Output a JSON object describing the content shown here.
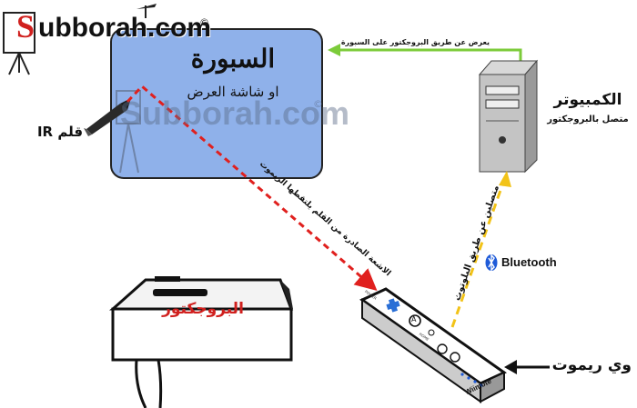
{
  "logo": {
    "text": "ubborah.com",
    "initial": "S",
    "mark": "©"
  },
  "watermark": {
    "text": "Subborah.com",
    "mark": "©"
  },
  "board": {
    "title": "السبورة",
    "subtitle": "او شاشة العرض"
  },
  "pen": {
    "label": "قلم IR"
  },
  "computer": {
    "title": "الكمبيوتر",
    "subtitle": "متصل بالبروجكتور"
  },
  "arrows": {
    "projection_text": "يعرض عن طريق البروجكتور على السبورة",
    "ir_text": "الاشعة الصادرة من القلم يلتقطها الريموت",
    "bluetooth_link_text": "متصلين عن طريق البلوتوث"
  },
  "bluetooth": {
    "label": "Bluetooth"
  },
  "projector": {
    "label": "البروجكتور"
  },
  "wiimote": {
    "brand": "Wiimote",
    "button_a": "A",
    "power": "POWER",
    "home": "HOME",
    "callout": "وي ريموت"
  },
  "colors": {
    "board_fill": "#8fb1ea",
    "ir_beam": "#e0201e",
    "bluetooth_link": "#f2c318",
    "projection_arrow": "#7ccb3a",
    "projector_label": "#d0201e"
  }
}
